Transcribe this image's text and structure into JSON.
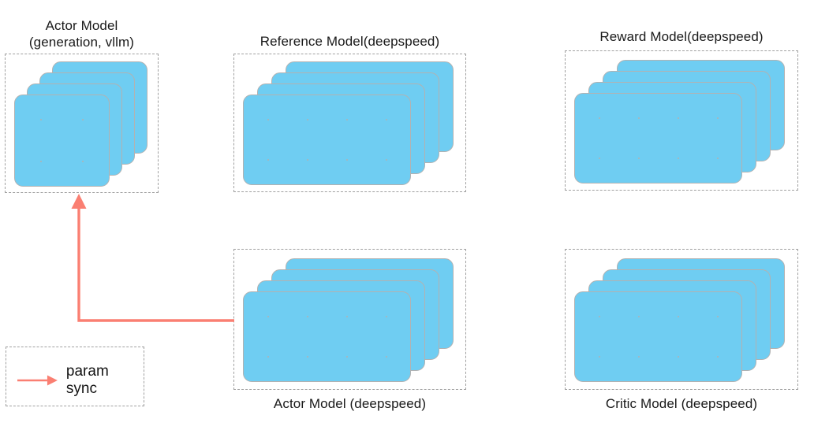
{
  "diagram": {
    "title_text_color": "#191919",
    "card_color": "#6fcdf2",
    "cell_color": "#c5f8fa",
    "card_border_color": "#b2b2b2",
    "dashed_border_color": "#a0a0a0",
    "arrow_color": "#fa7f72",
    "background": "#ffffff"
  },
  "groups": {
    "actor_vllm": {
      "caption": "Actor Model\n(generation, vllm)",
      "layers": 4,
      "grid_cols": 2,
      "grid_rows": 2
    },
    "reference": {
      "caption": "Reference Model(deepspeed)",
      "layers": 4,
      "grid_cols": 4,
      "grid_rows": 2
    },
    "reward": {
      "caption": "Reward Model(deepspeed)",
      "layers": 4,
      "grid_cols": 4,
      "grid_rows": 2
    },
    "actor_deepspeed": {
      "caption": "Actor Model (deepspeed)",
      "layers": 4,
      "grid_cols": 4,
      "grid_rows": 2
    },
    "critic": {
      "caption": "Critic Model (deepspeed)",
      "layers": 4,
      "grid_cols": 4,
      "grid_rows": 2
    }
  },
  "legend": {
    "label": "param sync",
    "arrow_color": "#fa7f72"
  },
  "connector": {
    "name": "param-sync-connector",
    "from": "Actor Model (deepspeed)",
    "to": "Actor Model (generation, vllm)",
    "color": "#fa7f72"
  }
}
